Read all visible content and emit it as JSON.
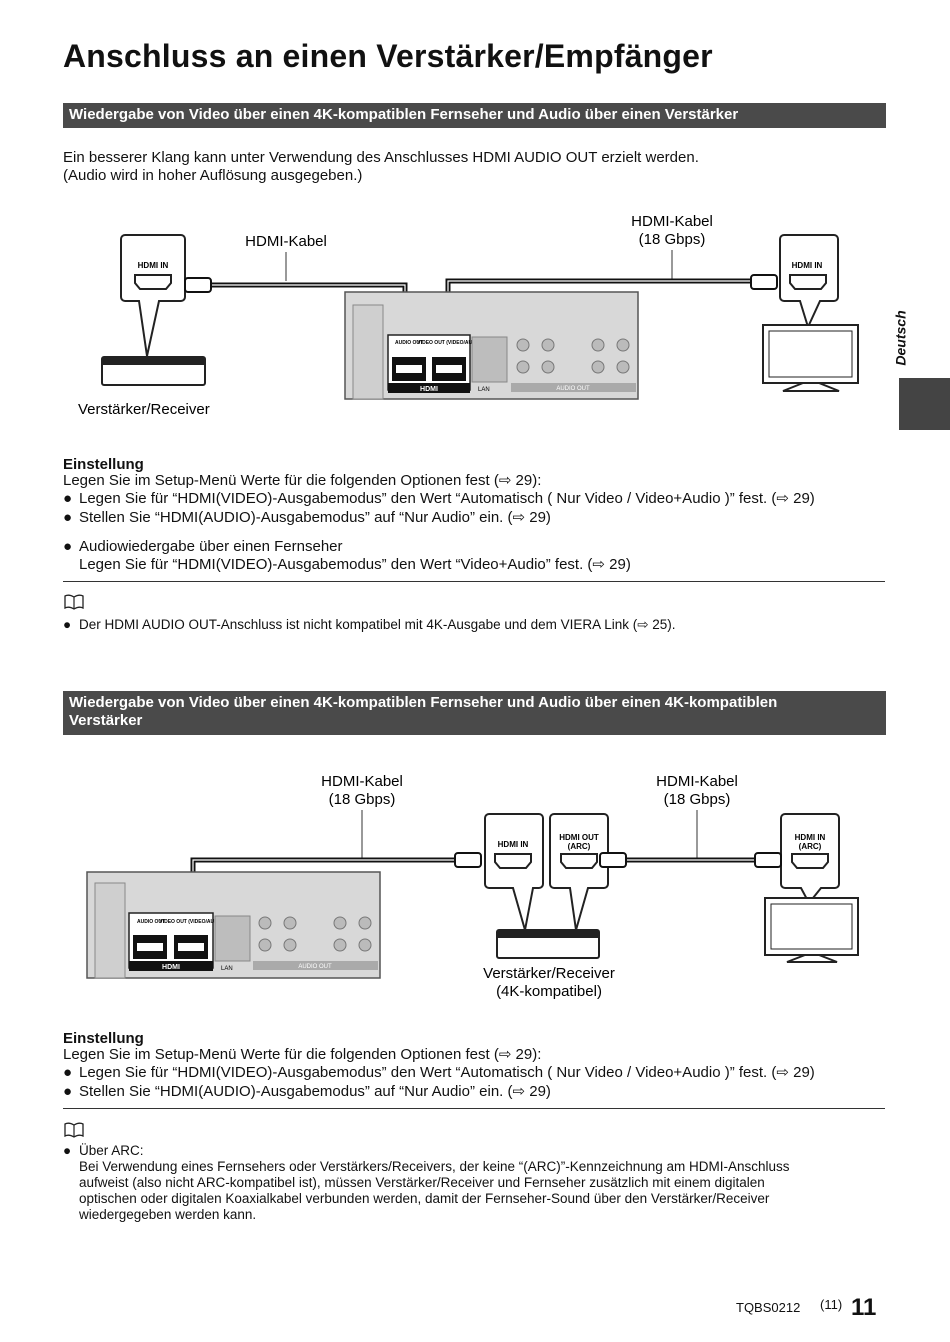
{
  "title": "Anschluss an einen Verstärker/Empfänger",
  "side_tab": "Deutsch",
  "section1": {
    "heading": "Wiedergabe von Video über einen 4K-kompatiblen Fernseher und Audio über einen Verstärker",
    "intro1": "Ein besserer Klang kann unter Verwendung des Anschlusses HDMI AUDIO OUT erzielt werden.",
    "intro2": "(Audio wird in hoher Auflösung ausgegeben.)",
    "diagram": {
      "cable_left": "HDMI-Kabel",
      "cable_right_1": "HDMI-Kabel",
      "cable_right_2": "(18 Gbps)",
      "port_hdmi_in": "HDMI IN",
      "port_hdmi_in_tv": "HDMI IN",
      "device_label": "Verstärker/Receiver",
      "panel_audio_out": "AUDIO OUT",
      "panel_video_out": "VIDEO OUT (VIDEO/AUDIO)",
      "panel_hdmi": "HDMI",
      "panel_lan": "LAN",
      "panel_audio_out2": "AUDIO OUT"
    },
    "setting_title": "Einstellung",
    "setting_intro": "Legen Sie im Setup-Menü Werte für die folgenden Optionen fest (⇨ 29):",
    "bullets": [
      "Legen Sie für “HDMI(VIDEO)-Ausgabemodus” den Wert “Automatisch ( Nur Video / Video+Audio )” fest. (⇨ 29)",
      "Stellen Sie “HDMI(AUDIO)-Ausgabemodus” auf “Nur Audio” ein. (⇨ 29)"
    ],
    "extra_bullet_1": "Audiowiedergabe über einen Fernseher",
    "extra_bullet_2": "Legen Sie für “HDMI(VIDEO)-Ausgabemodus” den Wert “Video+Audio” fest. (⇨ 29)",
    "note_icon": "book-icon",
    "note": "Der HDMI AUDIO OUT-Anschluss ist nicht kompatibel mit 4K-Ausgabe und dem VIERA Link (⇨ 25)."
  },
  "section2": {
    "heading_line1": "Wiedergabe von Video über einen 4K-kompatiblen Fernseher und Audio über einen 4K-kompatiblen",
    "heading_line2": "Verstärker",
    "diagram": {
      "cable_left_1": "HDMI-Kabel",
      "cable_left_2": "(18 Gbps)",
      "cable_right_1": "HDMI-Kabel",
      "cable_right_2": "(18 Gbps)",
      "port_amp_in": "HDMI IN",
      "port_amp_out_1": "HDMI OUT",
      "port_amp_out_2": "(ARC)",
      "port_tv_1": "HDMI IN",
      "port_tv_2": "(ARC)",
      "device_label_1": "Verstärker/Receiver",
      "device_label_2": "(4K-kompatibel)",
      "panel_audio_out": "AUDIO OUT",
      "panel_video_out": "VIDEO OUT (VIDEO/AUDIO)",
      "panel_hdmi": "HDMI",
      "panel_lan": "LAN",
      "panel_audio_out2": "AUDIO OUT"
    },
    "setting_title": "Einstellung",
    "setting_intro": "Legen Sie im Setup-Menü Werte für die folgenden Optionen fest (⇨ 29):",
    "bullets": [
      "Legen Sie für “HDMI(VIDEO)-Ausgabemodus” den Wert “Automatisch ( Nur Video / Video+Audio )” fest. (⇨ 29)",
      "Stellen Sie “HDMI(AUDIO)-Ausgabemodus” auf “Nur Audio” ein. (⇨ 29)"
    ],
    "note_icon": "book-icon",
    "note_title": "Über ARC:",
    "note_lines": [
      "Bei Verwendung eines Fernsehers oder Verstärkers/Receivers, der keine “(ARC)”-Kennzeichnung am HDMI-Anschluss",
      "aufweist (also nicht ARC-kompatibel ist), müssen Verstärker/Receiver und Fernseher zusätzlich mit einem digitalen",
      "optischen oder digitalen Koaxialkabel verbunden werden, damit der Fernseher-Sound über den Verstärker/Receiver",
      "wiedergegeben werden kann."
    ]
  },
  "footer": {
    "code": "TQBS0212",
    "sub_page": "(11)",
    "page": "11"
  }
}
